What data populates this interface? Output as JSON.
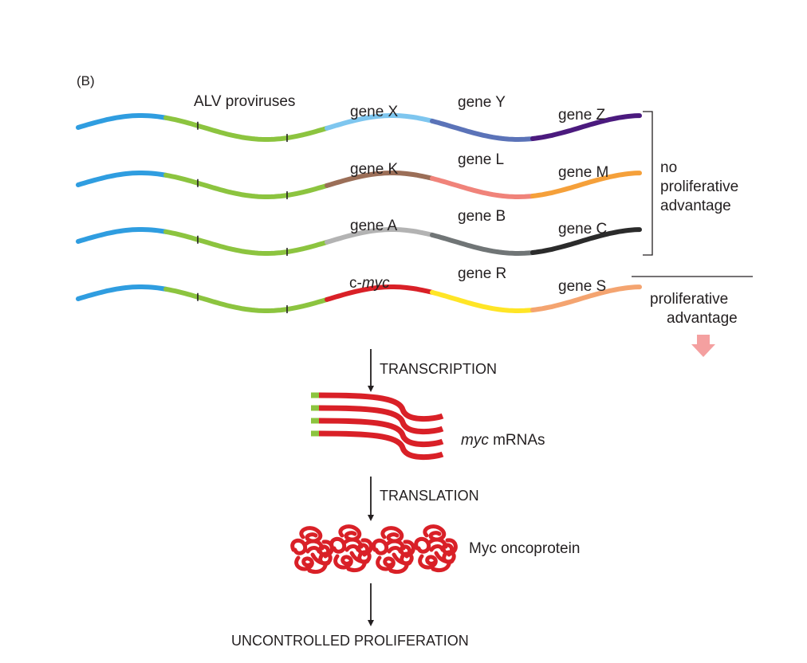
{
  "panel_label": "(B)",
  "provirus_label": "ALV proviruses",
  "colors": {
    "host_dna": "#2f9de0",
    "provirus": "#8cc43f",
    "ink": "#231f20",
    "myc_red": "#d92027",
    "arrow_pink": "#f4a0a0"
  },
  "rows": [
    {
      "genes": [
        {
          "label": "gene X",
          "color": "#7ec6ef"
        },
        {
          "label": "gene Y",
          "color": "#5b73b8"
        },
        {
          "label": "gene Z",
          "color": "#4b1a7e"
        }
      ]
    },
    {
      "genes": [
        {
          "label": "gene K",
          "color": "#9b6e57"
        },
        {
          "label": "gene L",
          "color": "#f0837a"
        },
        {
          "label": "gene M",
          "color": "#f5a03a"
        }
      ]
    },
    {
      "genes": [
        {
          "label": "gene A",
          "color": "#b3b3b3"
        },
        {
          "label": "gene B",
          "color": "#707576"
        },
        {
          "label": "gene C",
          "color": "#2b2b2b"
        }
      ]
    },
    {
      "genes": [
        {
          "label": "c-",
          "label_italic": "myc",
          "color": "#d92027"
        },
        {
          "label": "gene R",
          "color": "#ffe526"
        },
        {
          "label": "gene S",
          "color": "#f4a470"
        }
      ]
    }
  ],
  "no_advantage_label": [
    "no",
    "proliferative",
    "advantage"
  ],
  "advantage_label": [
    "proliferative",
    "advantage"
  ],
  "steps": {
    "transcription": "TRANSCRIPTION",
    "translation": "TRANSLATION",
    "outcome": "UNCONTROLLED PROLIFERATION"
  },
  "mrna_label": {
    "italic": "myc",
    "rest": " mRNAs"
  },
  "protein_label": "Myc oncoprotein"
}
